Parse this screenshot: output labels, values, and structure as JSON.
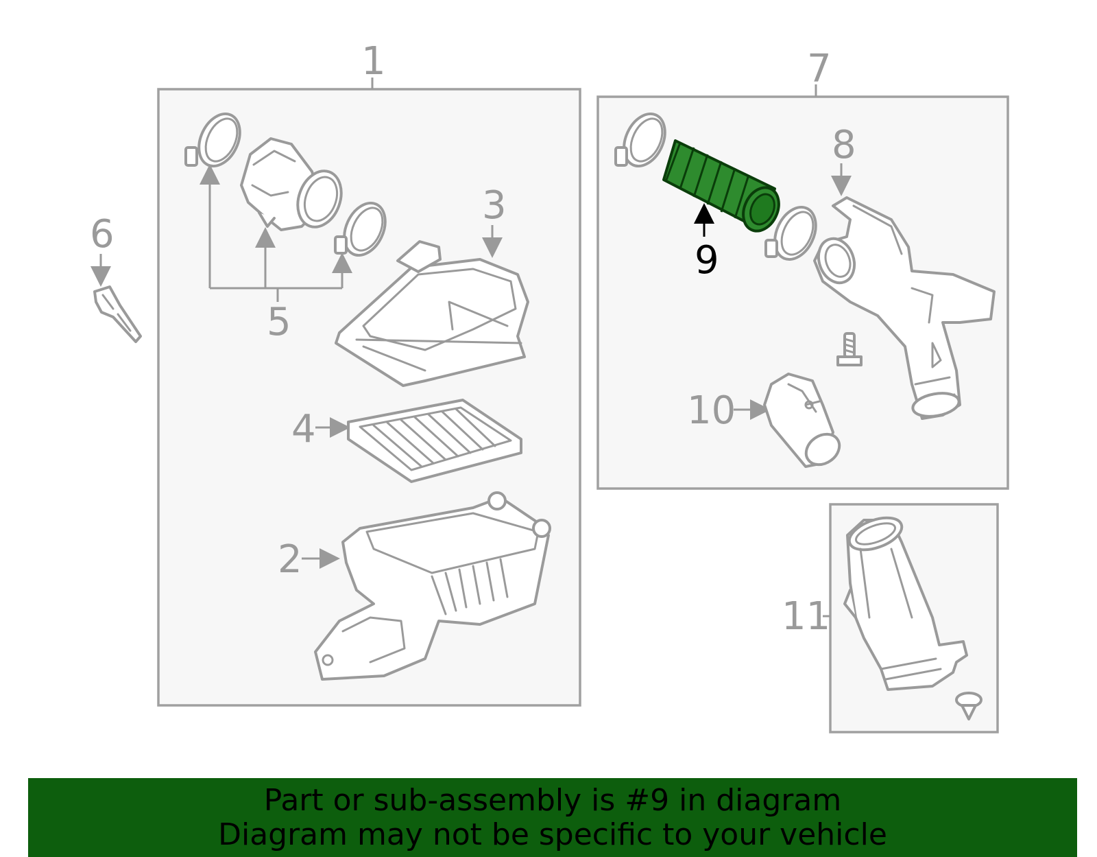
{
  "callouts": {
    "c1": "1",
    "c2": "2",
    "c3": "3",
    "c4": "4",
    "c5": "5",
    "c6": "6",
    "c7": "7",
    "c8": "8",
    "c9": "9",
    "c10": "10",
    "c11": "11"
  },
  "highlight": {
    "part_number": "9",
    "color": "#2e8b2e",
    "outline_color": "#0a3d0a"
  },
  "banner": {
    "line1": "Part or sub-assembly is #9 in diagram",
    "line2": "Diagram may not be specific to your vehicle",
    "background": "#0d5e0d"
  }
}
